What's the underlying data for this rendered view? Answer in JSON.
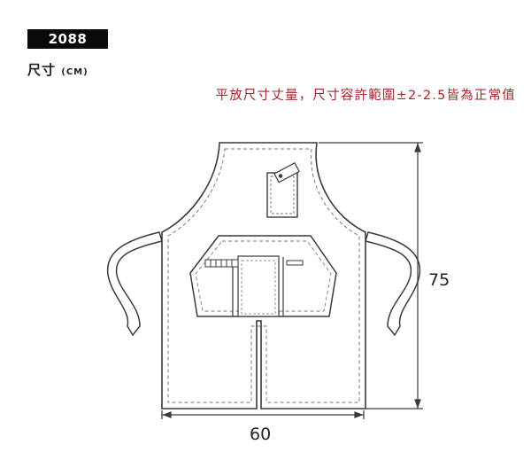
{
  "product": {
    "code": "2088"
  },
  "size_heading": {
    "label": "尺寸",
    "unit": "(CM)"
  },
  "note": "平放尺寸丈量，尺寸容許範圍±2-2.5皆為正常值",
  "dimensions": {
    "width": "60",
    "height": "75"
  },
  "colors": {
    "note": "#a8242b",
    "outline": "#3a3a3a",
    "stitch": "#7a7a7a"
  }
}
